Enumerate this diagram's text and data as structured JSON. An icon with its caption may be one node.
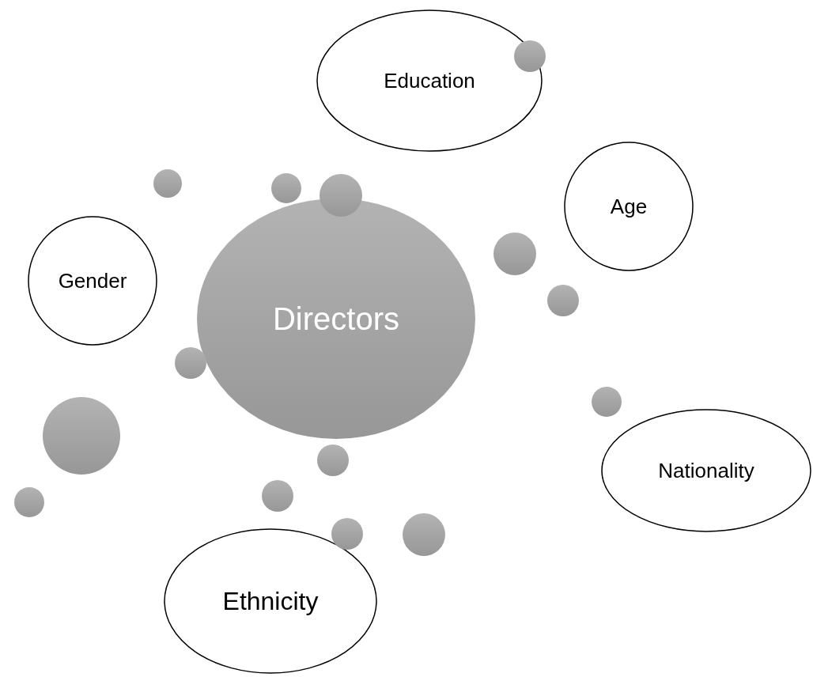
{
  "diagram": {
    "nodes": [
      {
        "text": [
          "Education"
        ]
      },
      {
        "text": [
          "Age"
        ]
      },
      {
        "text": [
          "Gender"
        ]
      },
      {
        "text": [
          "Directors"
        ]
      },
      {
        "text": [
          "Nationality"
        ]
      },
      {
        "text": [
          "Ethnicity"
        ]
      },
      {
        "text": [],
        "shape": "circle"
      },
      {
        "text": [],
        "shape": "circle"
      },
      {
        "text": [],
        "shape": "circle"
      },
      {
        "text": [],
        "shape": "circle"
      },
      {
        "text": [],
        "shape": "circle"
      },
      {
        "text": [],
        "shape": "circle"
      },
      {
        "text": [],
        "shape": "circle"
      },
      {
        "text": [],
        "shape": "circle"
      },
      {
        "text": [],
        "shape": "circle"
      },
      {
        "text": [],
        "shape": "circle"
      },
      {
        "text": [],
        "shape": "circle"
      },
      {
        "text": [],
        "shape": "circle"
      },
      {
        "text": [],
        "shape": "circle"
      },
      {
        "text": [],
        "shape": "circle"
      }
    ]
  }
}
